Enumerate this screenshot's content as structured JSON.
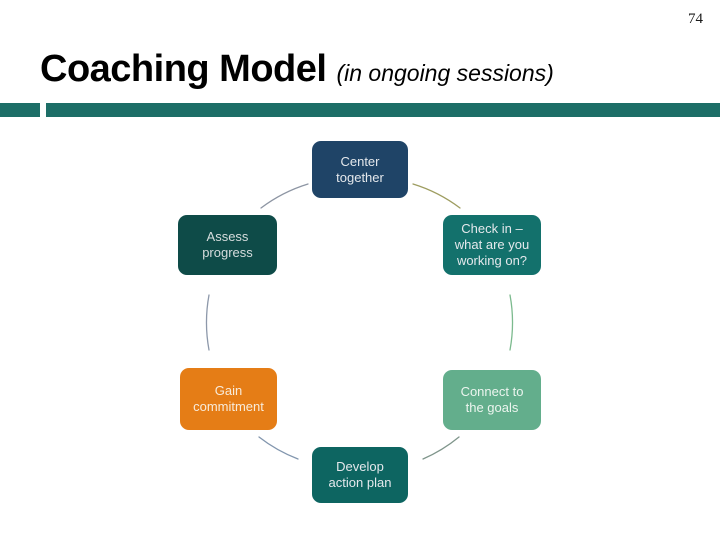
{
  "page": {
    "number": "74",
    "background": "#FFFFFF"
  },
  "header": {
    "title": "Coaching Model",
    "subtitle": "(in ongoing sessions)",
    "accent_bar_color": "#1D6E67"
  },
  "diagram": {
    "type": "circular-process",
    "nodes": [
      {
        "id": "center-together",
        "label": "Center\ntogether",
        "color": "#1F4467",
        "text_color": "#E4E8EC"
      },
      {
        "id": "check-in",
        "label": "Check in –\nwhat are you\nworking on?",
        "color": "#13716C",
        "text_color": "#E4E8EC"
      },
      {
        "id": "connect-goals",
        "label": "Connect to\nthe goals",
        "color": "#63AE8C",
        "text_color": "#ECF5EF"
      },
      {
        "id": "develop-plan",
        "label": "Develop\naction plan",
        "color": "#0D6561",
        "text_color": "#E4E8EC"
      },
      {
        "id": "gain-commitment",
        "label": "Gain\ncommitment",
        "color": "#E57D16",
        "text_color": "#F8EBDA"
      },
      {
        "id": "assess-progress",
        "label": "Assess\nprogress",
        "color": "#0E4B48",
        "text_color": "#D6DDDD"
      }
    ],
    "connectors": [
      {
        "id": "top-left",
        "color": "#8D95A3"
      },
      {
        "id": "top-right",
        "color": "#9E9D60"
      },
      {
        "id": "right",
        "color": "#7CBA8E"
      },
      {
        "id": "bottom-right",
        "color": "#7F958B"
      },
      {
        "id": "bottom-left",
        "color": "#8296AE"
      },
      {
        "id": "left",
        "color": "#8D98AA"
      }
    ]
  }
}
